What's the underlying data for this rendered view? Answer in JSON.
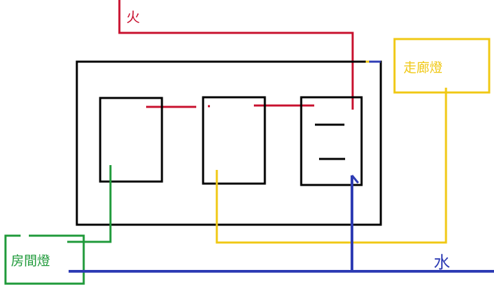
{
  "labels": {
    "fire": "火",
    "water": "水",
    "corridor_light": "走廊燈",
    "room_light": "房間燈"
  },
  "colors": {
    "frame": "#000000",
    "live_wire": "#c8102e",
    "neutral_wire": "#2e3cb4",
    "corridor_circuit": "#f0c814",
    "room_circuit": "#1f9a3a",
    "background": "#ffffff"
  }
}
